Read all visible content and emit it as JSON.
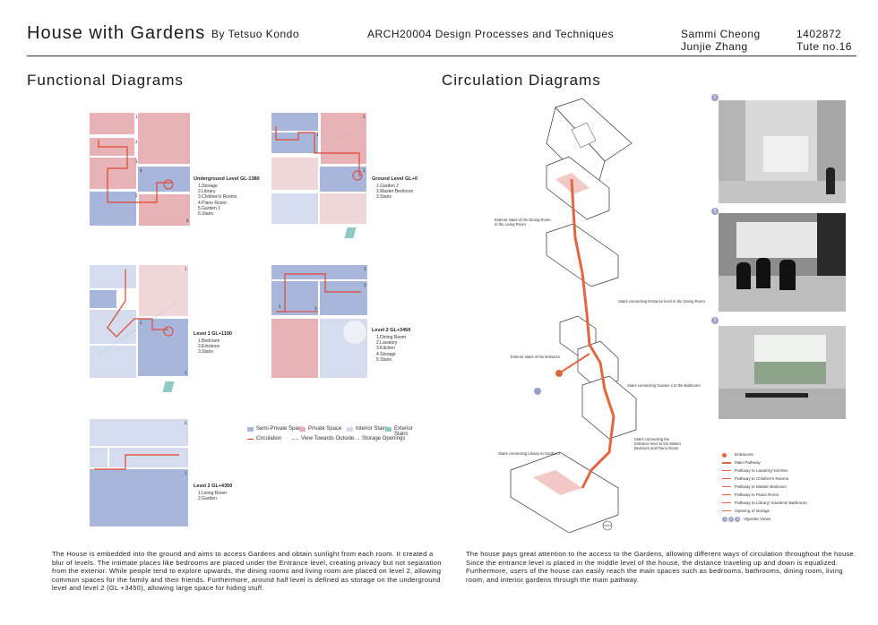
{
  "header": {
    "title": "House with Gardens",
    "by": "By Tetsuo Kondo",
    "course": "ARCH20004 Design Processes and Techniques",
    "author1": "Sammi Cheong",
    "id1": "1402872",
    "author2": "Junjie Zhang",
    "tute": "Tute no.16"
  },
  "sections": {
    "functional": "Functional Diagrams",
    "circulation": "Circulation Diagrams"
  },
  "levels": {
    "underground": {
      "title": "Underground Level GL-1380",
      "items": "1.Storage\n2.Library\n3.Children's Rooms\n4.Piano Room\n5.Garden 1\n6.Stairs"
    },
    "ground": {
      "title": "Ground Level GL+0",
      "items": "1.Garden 2\n2.Master Bedroom\n3.Stairs"
    },
    "level1": {
      "title": "Level 1 GL+1100",
      "items": "1.Bedroom\n2.Entrance\n3.Stairs"
    },
    "level2a": {
      "title": "Level 2 GL+3450",
      "items": "1.Dining Room\n2.Lavatory\n3.Kitchen\n4.Storage\n5.Stairs"
    },
    "level2b": {
      "title": "Level 2 GL+4350",
      "items": "1.Living Room\n2.Garden"
    }
  },
  "functional_legend": {
    "semi_private": "Semi-Private Space",
    "private": "Private Space",
    "interior_stairs": "Interior Stairs",
    "exterior_stairs": "Exterior Stairs",
    "circulation": "Circulation",
    "view_outside": "View Towards Outside",
    "storage_openings": "Storage Openings"
  },
  "circulation_labels": {
    "ext_dining": "Exterior stairs of the Dining Room\nto the Living Room",
    "stairs_entrance_dining": "Stairs connecting Entrance level to the Dining Room",
    "ext_entrance": "Exterior stairs of the Entrance",
    "stairs_garden2": "Stairs connecting Garden 2 to the Bathroom",
    "stairs_entrance_master": "Stairs connecting the\nEntrance level to the Master\nBedroom and Piano Room",
    "stairs_library": "Stairs connecting Library to Garden 2"
  },
  "circulation_legend": {
    "entrances": "Entrances",
    "main_pathway": "Main Pathway",
    "lavatory": "Pathway to Lavatory/ Kitchen",
    "children": "Pathway to Children's Rooms",
    "master": "Pathway to Master Bedroom",
    "piano": "Pathway to Piano Room",
    "library": "Pathway to Library/ Gardens/ Bathroom",
    "opening": "Opening of storage",
    "vignette": "Vignette Views"
  },
  "vignettes": [
    "1",
    "2",
    "3"
  ],
  "paragraphs": {
    "left": "The House is embedded into the ground and aims to access Gardens and obtain sunlight from each room. It created a blur of levels. The intimate places like bedrooms are placed under the Entrance level, creating privacy but not separation from the exterior. While people tend to explore upwards, the dining rooms and living room are placed on level 2, allowing common spaces for the family and their friends. Furthermore, around half level is defined as storage on the underground level and level 2 (GL +3450), allowing large space for hiding stuff.",
    "right": "The house pays great attention to the access to the Gardens, allowing different ways of circulation throughout the house. Since the entrance level is placed in the middle level of the house, the distance traveling up and down is equalized. Furthermore, users of the house can easily reach the main spaces such as bedrooms, bathrooms, dining room, living room, and interior gardens through the main pathway."
  },
  "colors": {
    "private": "#e8b3b7",
    "semi_private": "#a9b6dc",
    "circulation": "#e0462f"
  }
}
